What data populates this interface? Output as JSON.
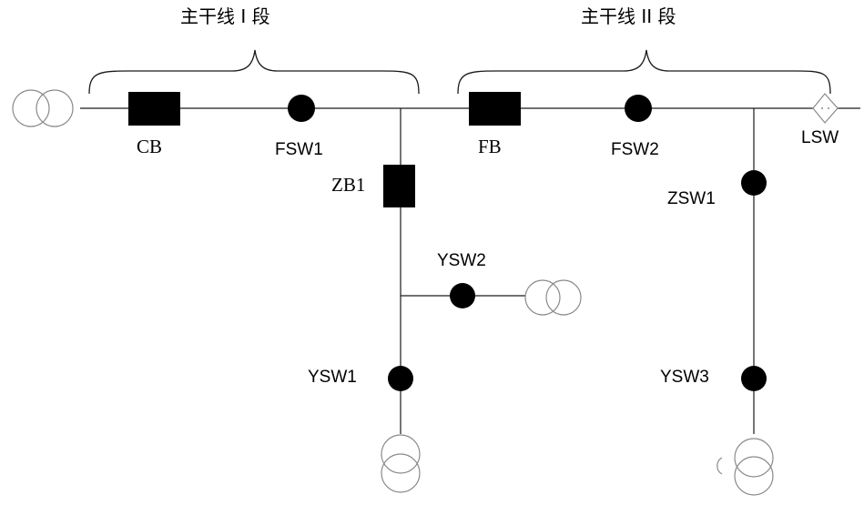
{
  "sections": {
    "section1_label": "主干线 I 段",
    "section2_label": "主干线 II 段"
  },
  "labels": {
    "cb": "CB",
    "fsw1": "FSW1",
    "fb": "FB",
    "fsw2": "FSW2",
    "lsw": "LSW",
    "zb1": "ZB1",
    "zsw1": "ZSW1",
    "ysw1": "YSW1",
    "ysw2": "YSW2",
    "ysw3": "YSW3"
  },
  "icons": {
    "source": "double-circle-transformer-icon",
    "breaker": "filled-rectangle-breaker-icon",
    "switch": "filled-circle-switch-icon",
    "tie_switch": "diamond-tie-switch-icon",
    "load": "double-circle-transformer-icon"
  },
  "colors": {
    "line": "#1a1a1a",
    "device": "#000000",
    "load_outline": "#8a8a8a",
    "background": "#ffffff"
  }
}
